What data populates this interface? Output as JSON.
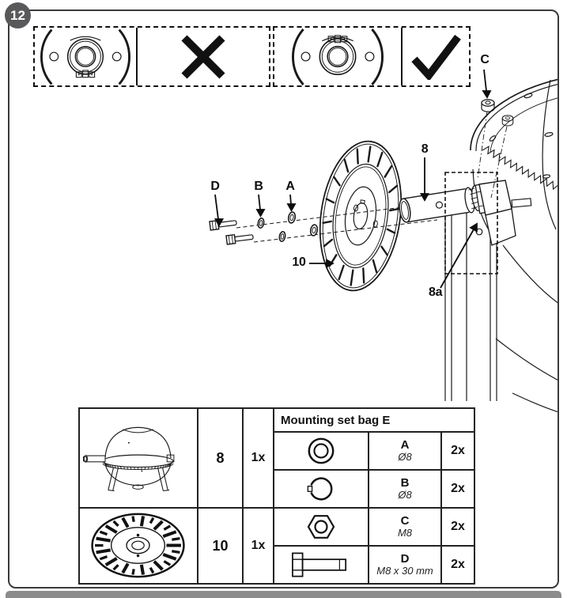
{
  "page": {
    "step": "12",
    "colors": {
      "line": "#1a1a1a",
      "badge": "#59595b",
      "bottom_bar": "#8c8c8c",
      "border": "#3a3a3c"
    }
  },
  "orientation_panel": {
    "wrong_icon": "x-mark",
    "correct_icon": "check-mark"
  },
  "diagram_labels": {
    "bolt": "D",
    "spring_washer": "B",
    "flat_washer": "A",
    "nut": "C",
    "axle": "8",
    "axle_bracket": "8a",
    "wheel": "10"
  },
  "parts_table": {
    "parts": [
      {
        "number": "8",
        "qty": "1x"
      },
      {
        "number": "10",
        "qty": "1x"
      }
    ],
    "mounting_set": {
      "title": "Mounting set bag E",
      "items": [
        {
          "id": "A",
          "spec": "Ø8",
          "qty": "2x",
          "icon": "flat-washer-icon"
        },
        {
          "id": "B",
          "spec": "Ø8",
          "qty": "2x",
          "icon": "spring-washer-icon"
        },
        {
          "id": "C",
          "spec": "M8",
          "qty": "2x",
          "icon": "hex-nut-icon"
        },
        {
          "id": "D",
          "spec": "M8 x 30 mm",
          "qty": "2x",
          "icon": "hex-bolt-icon"
        }
      ]
    }
  }
}
